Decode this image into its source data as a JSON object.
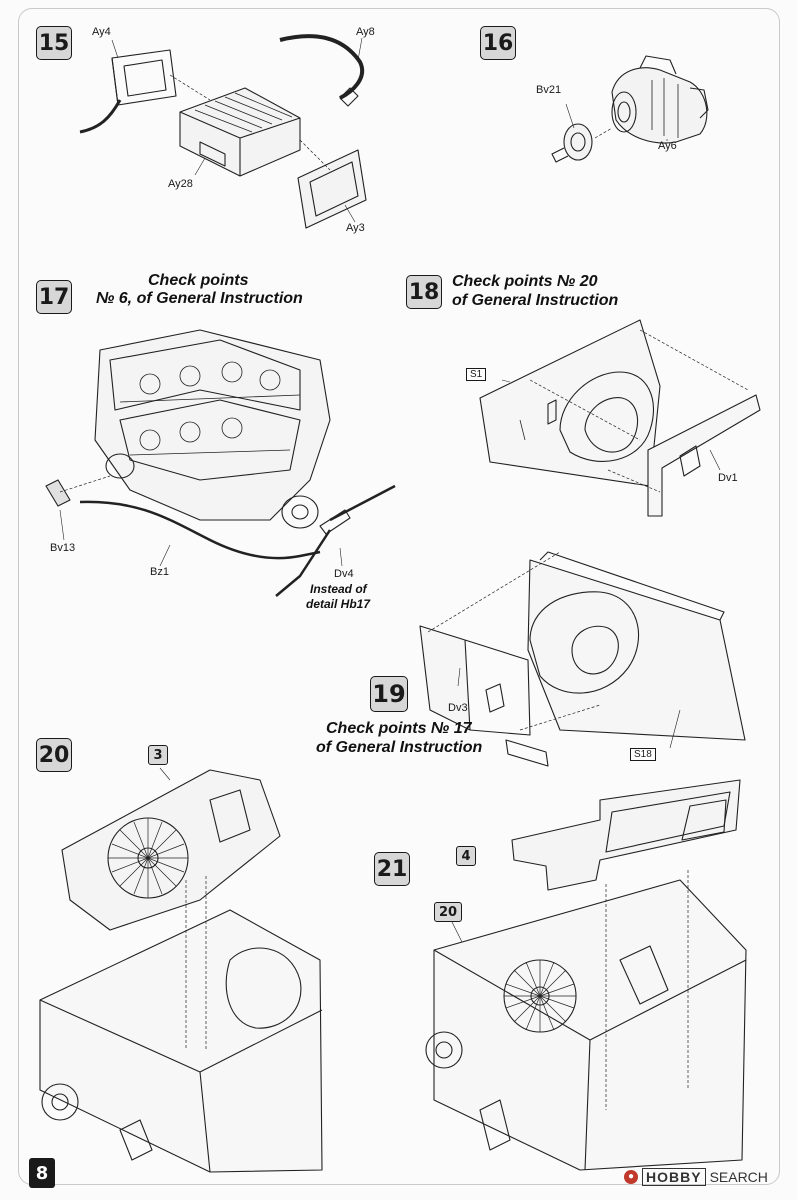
{
  "page": {
    "number": "8"
  },
  "watermark": {
    "brand": "HOBBY",
    "suffix": "SEARCH",
    "icon": "circle-logo-icon"
  },
  "steps": {
    "s15": {
      "number": "15",
      "parts": {
        "ay4": "Ay4",
        "ay8": "Ay8",
        "ay28": "Ay28",
        "ay3": "Ay3"
      }
    },
    "s16": {
      "number": "16",
      "parts": {
        "bv21": "Bv21",
        "ay6": "Ay6"
      }
    },
    "s17": {
      "number": "17",
      "note_line1": "Check points",
      "note_line2": "№ 6, of General Instruction",
      "parts": {
        "bv13": "Bv13",
        "bz1": "Bz1",
        "dv4": "Dv4"
      },
      "instead_line1": "Instead of",
      "instead_line2": "detail Hb17"
    },
    "s18": {
      "number": "18",
      "note_line1": "Check points № 20",
      "note_line2": "of General Instruction",
      "parts": {
        "s1": "S1",
        "dv1": "Dv1"
      }
    },
    "s19": {
      "number": "19",
      "note_line1": "Check points № 17",
      "note_line2": "of General Instruction",
      "parts": {
        "dv3": "Dv3",
        "s18": "S18"
      }
    },
    "s20": {
      "number": "20",
      "subassembly": "3"
    },
    "s21": {
      "number": "21",
      "subassembly_a": "4",
      "subassembly_b": "20"
    }
  }
}
